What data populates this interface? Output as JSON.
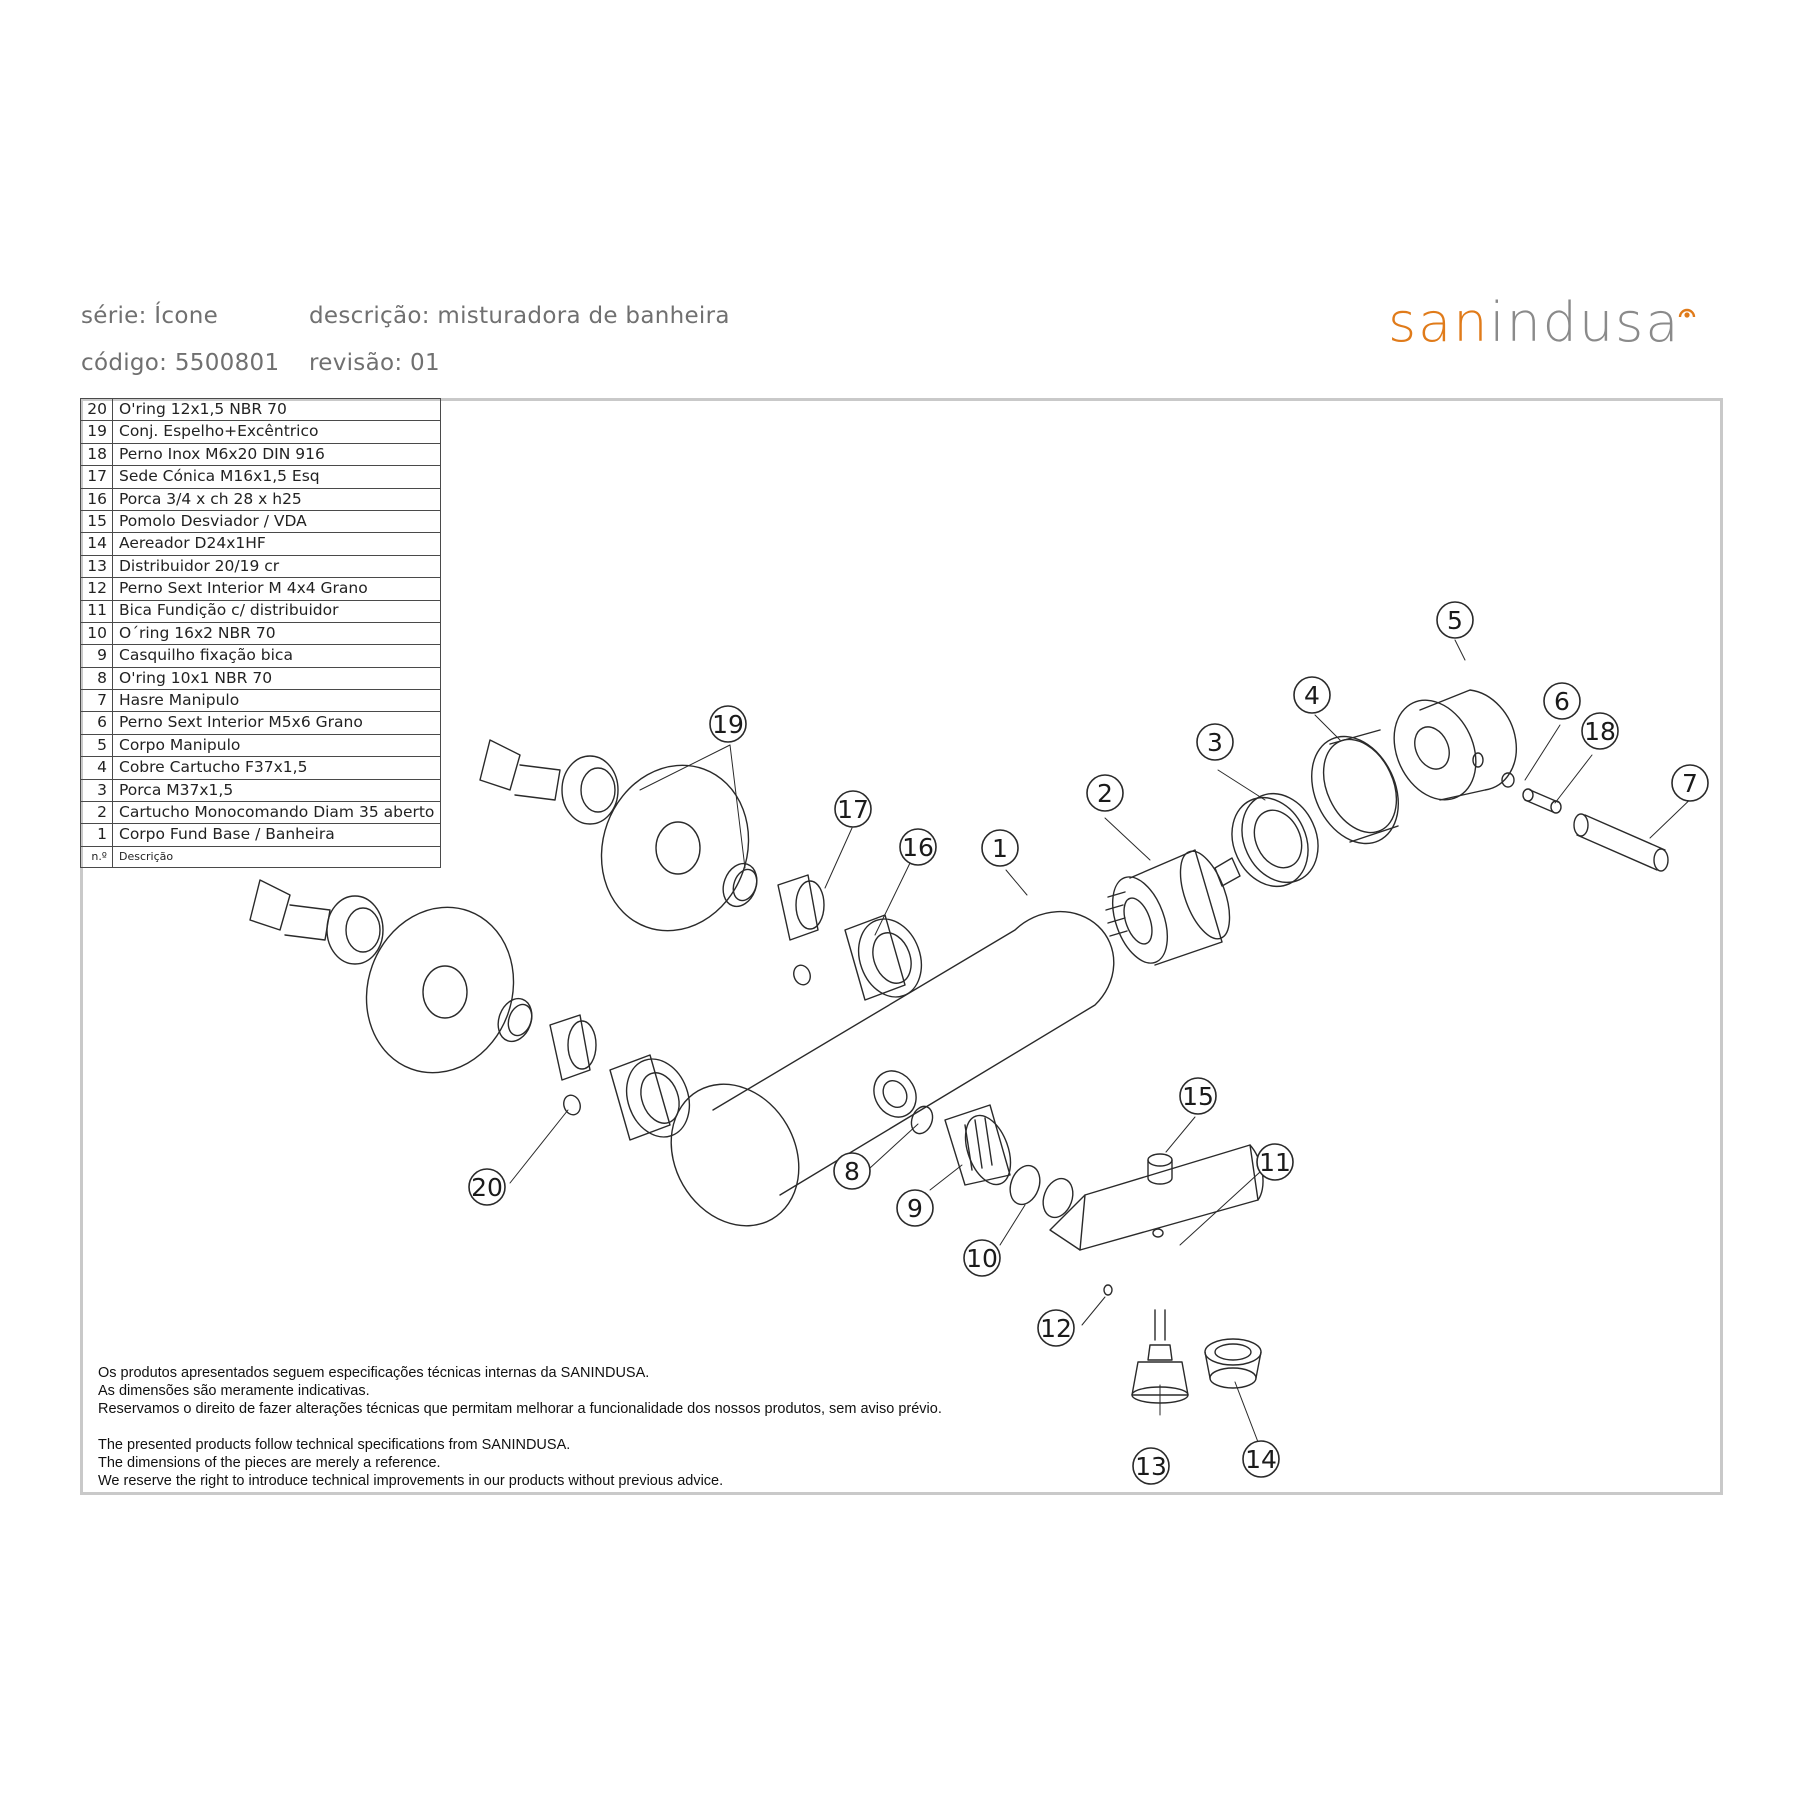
{
  "header": {
    "serie": "série: Ícone",
    "descricao": "descrição: misturadora de banheira",
    "codigo": "código: 5500801",
    "revisao": "revisão: 01"
  },
  "logo": {
    "part1": "san",
    "part2": "indusa",
    "colors": {
      "accent": "#e07b1a",
      "gray": "#8a8a8a"
    }
  },
  "parts": [
    {
      "n": "20",
      "d": "O'ring 12x1,5 NBR 70"
    },
    {
      "n": "19",
      "d": "Conj. Espelho+Excêntrico"
    },
    {
      "n": "18",
      "d": "Perno Inox M6x20 DIN 916"
    },
    {
      "n": "17",
      "d": "Sede Cónica M16x1,5 Esq"
    },
    {
      "n": "16",
      "d": "Porca 3/4 x ch 28 x h25"
    },
    {
      "n": "15",
      "d": "Pomolo Desviador / VDA"
    },
    {
      "n": "14",
      "d": "Aereador D24x1HF"
    },
    {
      "n": "13",
      "d": "Distribuidor 20/19 cr"
    },
    {
      "n": "12",
      "d": "Perno Sext Interior M 4x4 Grano"
    },
    {
      "n": "11",
      "d": "Bica Fundição c/ distribuidor"
    },
    {
      "n": "10",
      "d": "O´ring 16x2 NBR 70"
    },
    {
      "n": "9",
      "d": "Casquilho fixação bica"
    },
    {
      "n": "8",
      "d": "O'ring 10x1 NBR 70"
    },
    {
      "n": "7",
      "d": "Hasre Manipulo"
    },
    {
      "n": "6",
      "d": "Perno Sext Interior M5x6 Grano"
    },
    {
      "n": "5",
      "d": "Corpo Manipulo"
    },
    {
      "n": "4",
      "d": "Cobre Cartucho F37x1,5"
    },
    {
      "n": "3",
      "d": "Porca M37x1,5"
    },
    {
      "n": "2",
      "d": "Cartucho Monocomando Diam 35 aberto"
    },
    {
      "n": "1",
      "d": "Corpo Fund Base / Banheira"
    }
  ],
  "parts_header": {
    "n": "n.º",
    "d": "Descrição"
  },
  "callouts": [
    "1",
    "2",
    "3",
    "4",
    "5",
    "6",
    "7",
    "8",
    "9",
    "10",
    "11",
    "12",
    "13",
    "14",
    "15",
    "16",
    "17",
    "18",
    "19",
    "20"
  ],
  "notes": [
    "Os produtos apresentados seguem especificações técnicas internas da SANINDUSA.",
    "As dimensões são meramente indicativas.",
    "Reservamos o direito de fazer alterações técnicas que permitam melhorar a funcionalidade dos nossos produtos, sem aviso prévio.",
    "The presented products follow technical specifications from SANINDUSA.",
    "The dimensions of the pieces are merely a reference.",
    "We reserve the right to introduce technical improvements in our products without previous advice."
  ]
}
